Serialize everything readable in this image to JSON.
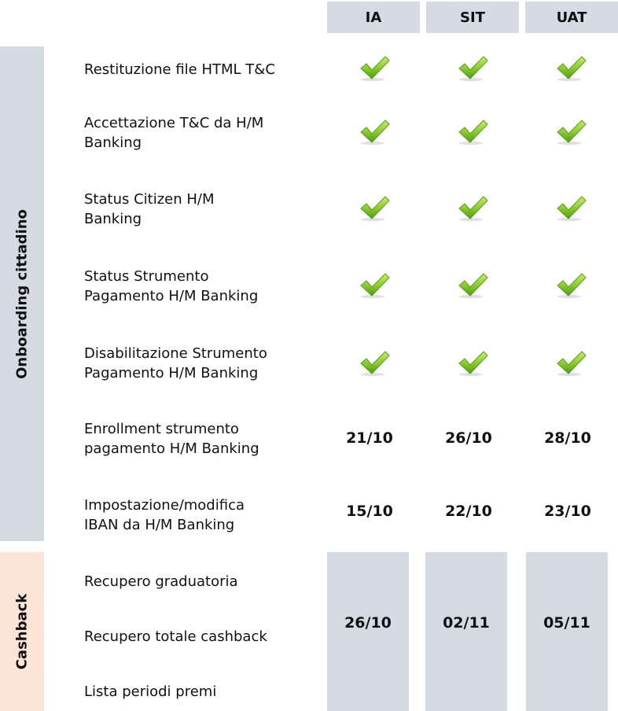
{
  "columns": [
    "IA",
    "SIT",
    "UAT"
  ],
  "colors": {
    "header_bg": "#d5dae3",
    "onboarding_band": "#d5dae3",
    "cashback_band": "#fce4d6",
    "check": "#7dc42a"
  },
  "sections": {
    "onboarding": {
      "label": "Onboarding cittadino",
      "rows": [
        {
          "label": "Restituzione file HTML T&C",
          "status": "check-icon"
        },
        {
          "label": "Accettazione T&C da H/M\nBanking",
          "status": "check-icon"
        },
        {
          "label": "Status Citizen H/M\nBanking",
          "status": "check-icon"
        },
        {
          "label": "Status Strumento\nPagamento H/M Banking",
          "status": "check-icon"
        },
        {
          "label": "Disabilitazione Strumento\nPagamento H/M Banking",
          "status": "check-icon"
        },
        {
          "label": "Enrollment strumento\npagamento H/M Banking",
          "dates": [
            "21/10",
            "26/10",
            "28/10"
          ]
        },
        {
          "label": "Impostazione/modifica\nIBAN da H/M Banking",
          "dates": [
            "15/10",
            "22/10",
            "23/10"
          ]
        }
      ]
    },
    "cashback": {
      "label": "Cashback",
      "rows": [
        {
          "label": "Recupero graduatoria"
        },
        {
          "label": "Recupero totale cashback"
        },
        {
          "label": "Lista periodi premi"
        }
      ],
      "dates": [
        "26/10",
        "02/11",
        "05/11"
      ]
    }
  }
}
